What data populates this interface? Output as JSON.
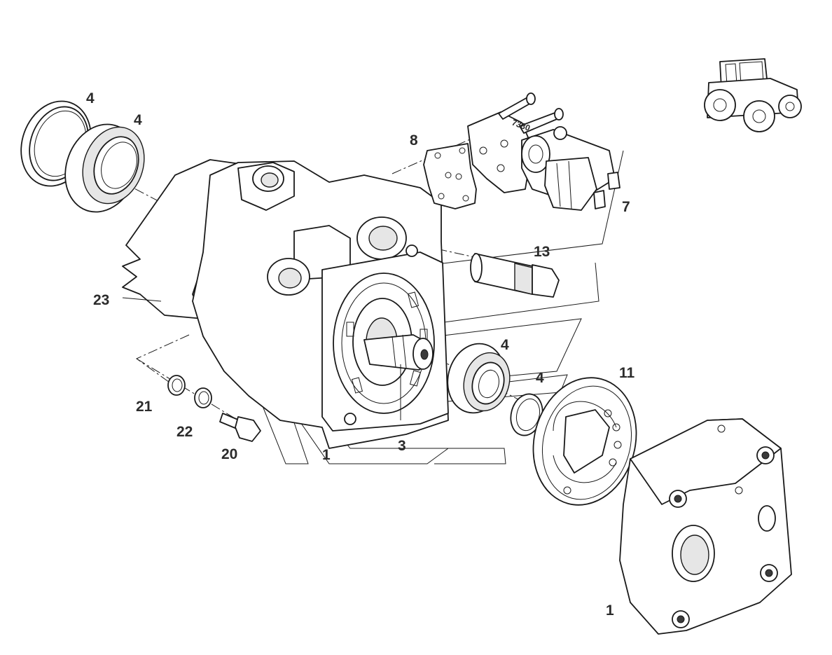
{
  "callouts": [
    {
      "id": "c-4a",
      "text": "4"
    },
    {
      "id": "c-4b",
      "text": "4"
    },
    {
      "id": "c-8",
      "text": "8"
    },
    {
      "id": "c-7",
      "text": "7"
    },
    {
      "id": "c-13",
      "text": "13"
    },
    {
      "id": "c-23",
      "text": "23"
    },
    {
      "id": "c-4c",
      "text": "4"
    },
    {
      "id": "c-4d",
      "text": "4"
    },
    {
      "id": "c-11",
      "text": "11"
    },
    {
      "id": "c-21",
      "text": "21"
    },
    {
      "id": "c-22",
      "text": "22"
    },
    {
      "id": "c-20",
      "text": "20"
    },
    {
      "id": "c-1a",
      "text": "1"
    },
    {
      "id": "c-3",
      "text": "3"
    },
    {
      "id": "c-1b",
      "text": "1"
    }
  ],
  "stamp_text": "7380"
}
